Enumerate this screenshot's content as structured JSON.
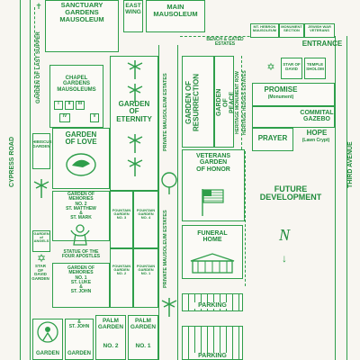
{
  "sections": {
    "sanctuary": "SANCTUARY\nGARDENS\nMAUSOLEUM",
    "east_wing": "EAST\nWING",
    "main_mausoleum": "MAIN\nMAUSOLEUM",
    "bench_gated": "BENCH & GATED\nESTATES",
    "mt_hebron": "MT. HEBRON\nMAUSOLEUM",
    "monument_section": "MONUMENT\nSECTION",
    "jewish_war_veterans": "JEWISH WAR\nVETERANS",
    "entrance": "ENTRANCE",
    "garden_last_supper": "GARDEN OF LAST SUPPER",
    "chapel_gardens": "CHAPEL\nGARDENS\nMAUSOLEUMS",
    "chapel_roman": [
      "I",
      "II",
      "III",
      "IV",
      "V"
    ],
    "garden_eternity": "GARDEN\nOF\nETERNITY",
    "private_mausoleum_estates_top": "PRIVATE MAUSOLEUM ESTATES",
    "garden_resurrection": "GARDEN OF\nRESURRECTION",
    "garden_peace": "GARDEN\nOF\nPEACE",
    "heritage_monument_row": "HERITAGE MONUMENT ROW",
    "heritage_hedges": "HERITAGE HEDGES ESTATES",
    "star_of_david_top": "STAR OF\nDAVID",
    "temple_sholom": "TEMPLE\nSHOLOM",
    "promise": "PROMISE",
    "promise_sub": "(Monument)",
    "commital_gazebo": "COMMITAL\nGAZEBO",
    "hope": "HOPE",
    "hope_sub": "(Lawn Crypt)",
    "prayer": "PRAYER",
    "hibiscus_garden": "HIBISCUS\nGARDEN",
    "garden_of_love": "GARDEN\nOF LOVE",
    "cypress_road": "CYPRESS ROAD",
    "third_avenue": "THIRD AVENUE",
    "veterans_garden": "VETERANS\nGARDEN\nOF HONOR",
    "future_development": "FUTURE\nDEVELOPMENT",
    "north_letter": "N",
    "gom2": "GARDEN OF\nMEMORIES\nNO. 2\nST. MATTHEW\n&\nST. MARK",
    "fountain_3": "FOUNTAIN\nGARDEN\nNO. 3",
    "fountain_4": "FOUNTAIN\nGARDEN\nNO. 4",
    "garden_of_angels": "GARDEN\nof\nANGELS",
    "star_of_david_garden": "STAR\nOF\nDAVID\nGARDEN",
    "four_apostles": "STATUE OF THE\nFOUR APOSTLES",
    "gom1": "GARDEN OF\nMEMORIES\nNO. 1\nST. LUKE\n&\nST. JOHN",
    "fountain_2": "FOUNTAIN\nGARDEN\nNO. 2",
    "fountain_1": "FOUNTAIN\nGARDEN\nNO. 1",
    "private_mausoleum_estates_bottom": "PRIVATE MAUSOLEUM ESTATES",
    "funeral_home": "FUNERAL\nHOME",
    "parking_1": "PARKING",
    "parking_2": "PARKING",
    "palm_garden_2": "PALM\nGARDEN",
    "palm_no2": "NO. 2",
    "palm_garden_1": "PALM\nGARDEN",
    "palm_no1": "NO. 1",
    "garden_bl1": "GARDEN",
    "garden_bl2": "GARDEN",
    "st_joseph": "& \nST. JOHN"
  },
  "icons": {
    "cross": "✝",
    "star": "✡",
    "north_arrow": "↓"
  },
  "colors": {
    "line": "#2e9e4a",
    "text": "#1f8a3b",
    "paper": "#f8f6f1"
  }
}
